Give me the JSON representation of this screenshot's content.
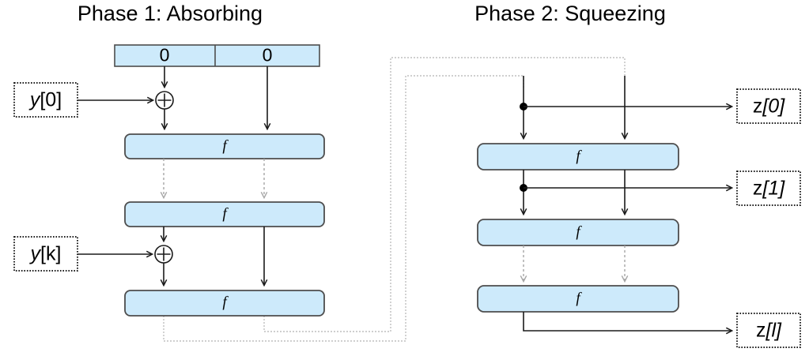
{
  "diagram": {
    "kind": "sponge-construction",
    "background_color": "#ffffff",
    "block_fill_color": "#cdeafb",
    "block_stroke_color": "#4d4d4d",
    "solid_line_color": "#1a1a1a",
    "dashed_line_color": "#a6a6a6",
    "feedback_line_color": "#bfbfbf"
  },
  "phase1": {
    "title": "Phase 1: Absorbing",
    "state_bar": {
      "cells": [
        {
          "label": "0"
        },
        {
          "label": "0"
        }
      ]
    },
    "functions": [
      {
        "label": "f"
      },
      {
        "label": "f"
      },
      {
        "label": "f"
      }
    ],
    "inputs": [
      {
        "text_upright": "y",
        "text_italic": "[0]",
        "full": "y[0]"
      },
      {
        "text_upright": "y",
        "text_italic": "[k]",
        "full": "y[k]"
      }
    ],
    "xor_symbol": "+",
    "xor_count": 2
  },
  "phase2": {
    "title": "Phase 2: Squeezing",
    "functions": [
      {
        "label": "f"
      },
      {
        "label": "f"
      },
      {
        "label": "f"
      }
    ],
    "outputs": [
      {
        "text_upright": "z",
        "text_italic": "[0]",
        "full": "z[0]"
      },
      {
        "text_upright": "z",
        "text_italic": "[1]",
        "full": "z[1]"
      },
      {
        "text_upright": "z",
        "text_italic": "[l]",
        "full": "z[l]"
      }
    ],
    "junction_count": 2
  }
}
